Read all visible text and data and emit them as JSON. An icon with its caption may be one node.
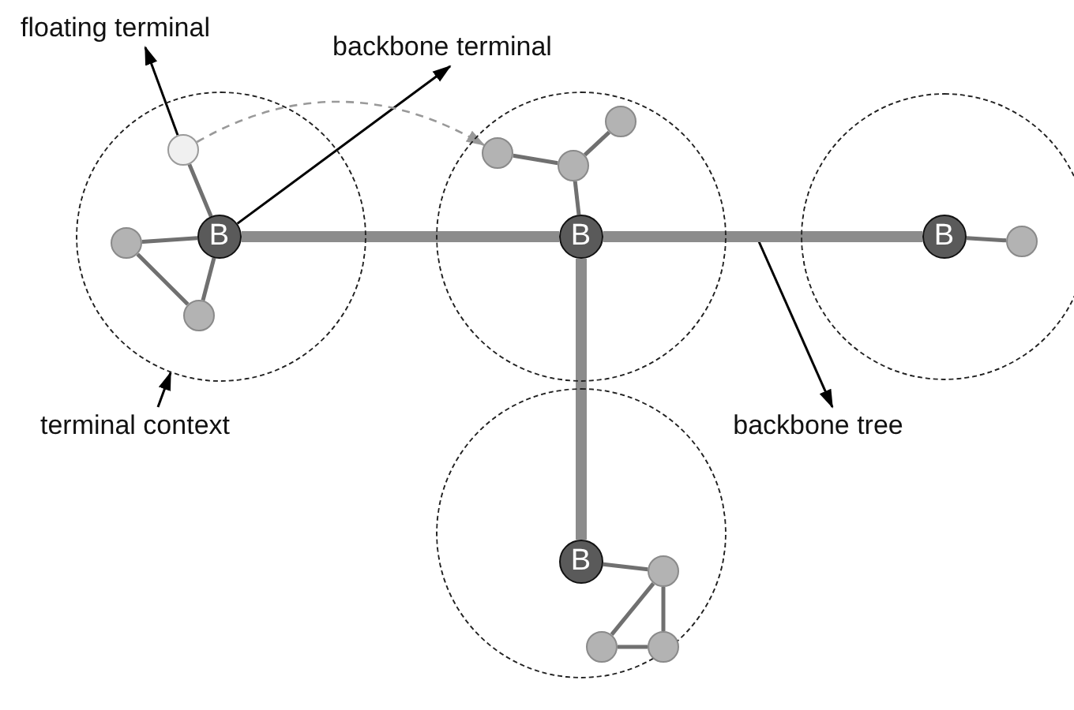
{
  "diagram": {
    "nodes": [
      {
        "text": [
          "floating terminal"
        ]
      },
      {
        "text": [
          "backbone terminal"
        ]
      },
      {
        "text": [],
        "shape": "circle"
      },
      {
        "text": [],
        "shape": "circle",
        "in": 2
      },
      {
        "text": [
          "B"
        ],
        "in": 2
      },
      {
        "text": [],
        "shape": "circle",
        "in": 2
      },
      {
        "text": [],
        "shape": "circle",
        "in": 2
      },
      {
        "text": [],
        "shape": "circle"
      },
      {
        "text": [],
        "shape": "circle",
        "in": 7
      },
      {
        "text": [],
        "shape": "circle",
        "in": 7
      },
      {
        "text": [],
        "shape": "circle",
        "in": 7
      },
      {
        "text": [
          "B"
        ],
        "in": 7
      },
      {
        "text": [],
        "shape": "circle"
      },
      {
        "text": [
          "B"
        ],
        "in": 12
      },
      {
        "text": [],
        "shape": "circle",
        "in": 12
      },
      {
        "text": [
          "terminal context"
        ]
      },
      {
        "text": [
          "backbone tree"
        ]
      },
      {
        "text": [],
        "shape": "circle"
      },
      {
        "text": [
          "B"
        ],
        "in": 17
      },
      {
        "text": [],
        "shape": "circle",
        "in": 17
      },
      {
        "text": [],
        "shape": "circle",
        "in": 17
      },
      {
        "text": [],
        "shape": "circle",
        "in": 17
      }
    ],
    "edges": [
      {
        "from": 3,
        "to": 0,
        "arrow": "to",
        "color": "#000000"
      },
      {
        "from": 4,
        "to": 1,
        "arrow": "to",
        "color": "#000000"
      },
      {
        "from": 15,
        "to": 2,
        "arrow": "to",
        "color": "#000000"
      },
      {
        "from": null,
        "to": 16,
        "arrow": "to",
        "color": "#000000"
      },
      {
        "from": 4,
        "to": 3,
        "arrow": "none"
      },
      {
        "from": 4,
        "to": 5,
        "arrow": "none"
      },
      {
        "from": 4,
        "to": 6,
        "arrow": "none"
      },
      {
        "from": 5,
        "to": 6,
        "arrow": "none"
      },
      {
        "from": 4,
        "to": 11,
        "arrow": "none",
        "style": "thick",
        "color": "#8c8c8c"
      },
      {
        "from": 11,
        "to": 13,
        "arrow": "none",
        "style": "thick",
        "color": "#8c8c8c"
      },
      {
        "from": 11,
        "to": 18,
        "arrow": "none",
        "style": "thick",
        "color": "#8c8c8c"
      },
      {
        "from": 11,
        "to": 10,
        "arrow": "none"
      },
      {
        "from": 10,
        "to": 9,
        "arrow": "none"
      },
      {
        "from": 10,
        "to": 8,
        "arrow": "none"
      },
      {
        "from": 13,
        "to": 14,
        "arrow": "none"
      },
      {
        "from": 18,
        "to": 19,
        "arrow": "none"
      },
      {
        "from": 19,
        "to": 20,
        "arrow": "none"
      },
      {
        "from": 19,
        "to": 21,
        "arrow": "none"
      },
      {
        "from": 20,
        "to": 21,
        "arrow": "none"
      },
      {
        "from": 3,
        "to": 9,
        "arrow": "to",
        "style": "dashed",
        "color": "#999999"
      }
    ]
  }
}
